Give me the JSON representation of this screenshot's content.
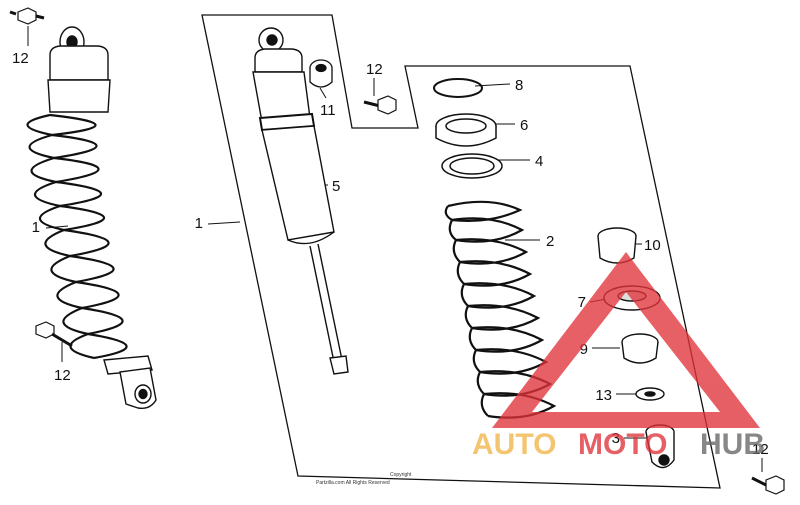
{
  "labels": {
    "part_1_left": "1",
    "part_1_frame": "1",
    "part_2": "2",
    "part_3": "3",
    "part_4": "4",
    "part_5": "5",
    "part_6": "6",
    "part_7": "7",
    "part_8": "8",
    "part_9": "9",
    "part_10": "10",
    "part_11": "11",
    "part_12_top_left": "12",
    "part_12_bottom_left": "12",
    "part_12_center": "12",
    "part_12_bottom_right": "12",
    "part_13": "13"
  },
  "footer": {
    "copyright_line1": "Copyright",
    "copyright_line2": "Partzilla.com  All  Rights  Reserved"
  },
  "watermark": {
    "text_auto": "AUTO",
    "text_moto": "MOTO",
    "text_hub": "HUB",
    "colors": {
      "orange": "#f2b54a",
      "red": "#e0333a",
      "gray": "#666666"
    }
  }
}
